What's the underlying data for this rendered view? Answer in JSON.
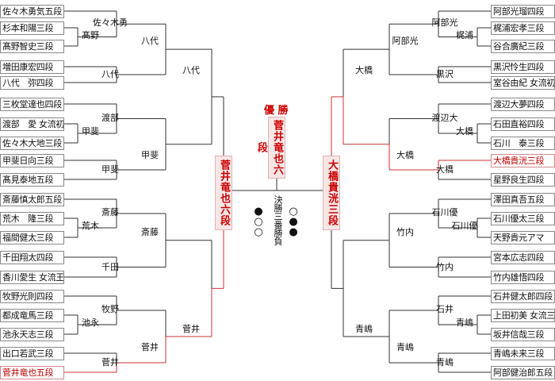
{
  "title": "優 勝",
  "champion": "菅井竜也六段",
  "final": {
    "left": "菅井竜也六段",
    "right": "大橋貴洸三段",
    "label": "決勝三番勝負",
    "left_results": [
      "●",
      "○",
      "○"
    ],
    "right_results": [
      "○",
      "●",
      "●"
    ],
    "colors": {
      "win_line": "#cc3333",
      "line": "#333333",
      "box_fill": "#f7e6e6"
    }
  },
  "left": {
    "entrants": [
      "佐々木勇気五段",
      "杉本和陽三段",
      "髙野智史三段",
      "増田康宏四段",
      "八代　弥四段",
      "三枚堂達也四段",
      "渡部　愛 女流初段※",
      "佐々木大地三段",
      "甲斐日向三段",
      "髙見泰地五段",
      "斎藤慎太郎五段",
      "荒木　隆三段",
      "福間健太三段",
      "千田翔太四段",
      "香川愛生 女流王将",
      "牧野光則四段",
      "都成竜馬三段",
      "池永天志三段",
      "出口若武三段",
      "菅井竜也五段"
    ],
    "r1": [
      "髙野",
      "甲斐",
      "荒木",
      "池永"
    ],
    "r2": [
      "佐々木勇",
      "八代",
      "渡部",
      "甲斐",
      "斎藤",
      "千田",
      "牧野",
      "菅井"
    ],
    "r3": [
      "八代",
      "甲斐",
      "斎藤",
      "菅井"
    ],
    "r4": [
      "八代",
      "菅井"
    ]
  },
  "right": {
    "entrants": [
      "阿部光瑠四段",
      "梶浦宏孝三段",
      "谷合廣紀三段",
      "黒沢怜生四段",
      "室谷由紀 女流初段",
      "渡辺大夢四段",
      "石田直裕四段",
      "石川　泰三段",
      "大橋貴洸三段",
      "星野良生四段",
      "澤田真吾五段",
      "石川優太三段",
      "天野貴元アマ",
      "宮本広志四段",
      "竹内雄悟四段",
      "石井健太郎四段",
      "上田初美 女流三段",
      "坂井信哉三段",
      "青嶋未来三段",
      "阿部健治郎五段"
    ],
    "r1": [
      "梶浦",
      "大橋",
      "石川優",
      "青嶋"
    ],
    "r2": [
      "阿部光",
      "黒沢",
      "渡辺大",
      "大橋",
      "石川優",
      "竹内",
      "石井",
      "青嶋"
    ],
    "r3": [
      "阿部光",
      "大橋",
      "竹内",
      "青嶋"
    ],
    "r4": [
      "大橋",
      "青嶋"
    ]
  }
}
